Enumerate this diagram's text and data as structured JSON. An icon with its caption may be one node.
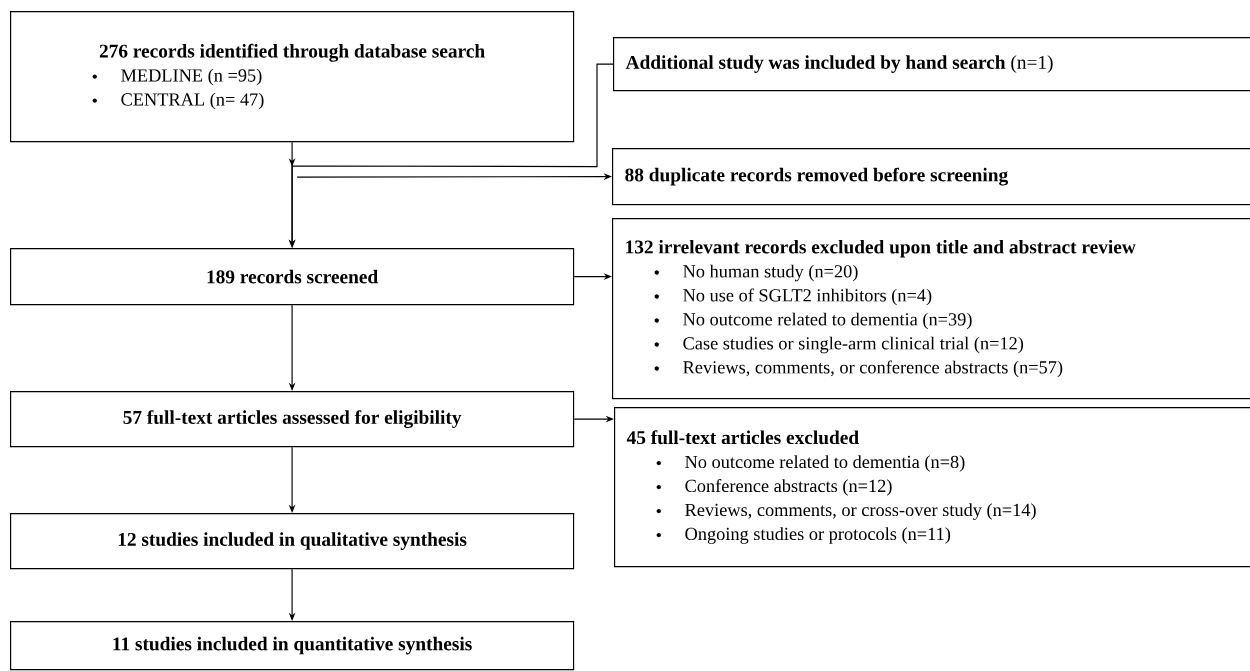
{
  "diagram": {
    "nodes": [
      {
        "text": [
          "276 records identified through database search",
          "MEDLINE (n =95)",
          "CENTRAL (n= 47)"
        ]
      },
      {
        "text": [
          "**Additional study was included by hand search** (n=1)"
        ]
      },
      {
        "text": [
          "88 duplicate records removed before screening"
        ]
      },
      {
        "text": [
          "189 records screened"
        ]
      },
      {
        "text": [
          "132 irrelevant records excluded upon title and abstract review",
          "No human study (n=20)",
          "No use of SGLT2 inhibitors (n=4)",
          "No outcome related to dementia (n=39)",
          "Case studies or single-arm clinical trial (n=12)",
          "Reviews, comments, or conference abstracts (n=57)"
        ]
      },
      {
        "text": [
          "57 full-text articles assessed for eligibility"
        ]
      },
      {
        "text": [
          "45 full-text articles excluded",
          "No outcome related to dementia (n=8)",
          "Conference abstracts (n=12)",
          "Reviews, comments, or cross-over study (n=14)",
          "Ongoing studies or protocols (n=11)"
        ]
      },
      {
        "text": [
          "12 studies included in qualitative synthesis"
        ]
      },
      {
        "text": [
          "11 studies included in quantitative synthesis"
        ]
      }
    ],
    "edges": [
      {
        "from": 0,
        "to": 3,
        "arrow": "to"
      },
      {
        "from": 1,
        "to": 3,
        "arrow": "to"
      },
      {
        "from": 0,
        "to": 2,
        "arrow": "to"
      },
      {
        "from": 3,
        "to": 4,
        "arrow": "to"
      },
      {
        "from": 3,
        "to": 5,
        "arrow": "to"
      },
      {
        "from": 5,
        "to": 6,
        "arrow": "to"
      },
      {
        "from": 5,
        "to": 7,
        "arrow": "to"
      },
      {
        "from": 7,
        "to": 8,
        "arrow": "to"
      }
    ]
  }
}
